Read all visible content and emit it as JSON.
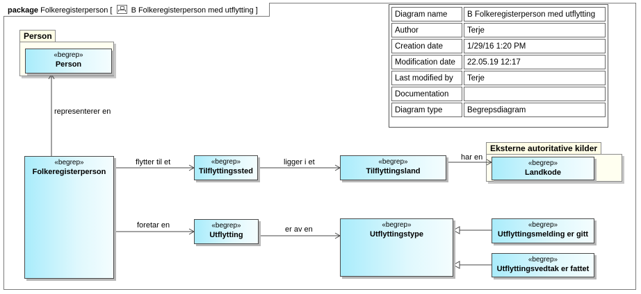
{
  "frame": {
    "kind": "package",
    "package_name": "Folkeregisterperson",
    "bracket_open": "[",
    "diagram_name": "B Folkeregisterperson med utflytting",
    "bracket_close": "]"
  },
  "packages": [
    {
      "id": "person-pkg",
      "title": "Person"
    },
    {
      "id": "eksterne-pkg",
      "title": "Eksterne autoritative kilder"
    }
  ],
  "classes": [
    {
      "id": "person",
      "stereotype": "«begrep»",
      "name": "Person"
    },
    {
      "id": "folkeregisterperson",
      "stereotype": "«begrep»",
      "name": "Folkeregisterperson"
    },
    {
      "id": "tilflyttingssted",
      "stereotype": "«begrep»",
      "name": "Tilflyttingssted"
    },
    {
      "id": "tilflyttingsland",
      "stereotype": "«begrep»",
      "name": "Tilflyttingsland"
    },
    {
      "id": "landkode",
      "stereotype": "«begrep»",
      "name": "Landkode"
    },
    {
      "id": "utflytting",
      "stereotype": "«begrep»",
      "name": "Utflytting"
    },
    {
      "id": "utflyttingstype",
      "stereotype": "«begrep»",
      "name": "Utflyttingstype"
    },
    {
      "id": "utflyttingsmelding",
      "stereotype": "«begrep»",
      "name": "Utflyttingsmelding er gitt"
    },
    {
      "id": "utflyttingsvedtak",
      "stereotype": "«begrep»",
      "name": "Utflyttingsvedtak er fattet"
    }
  ],
  "relations": [
    {
      "id": "rel-representerer",
      "label": "representerer en",
      "kind": "association"
    },
    {
      "id": "rel-flytter",
      "label": "flytter til et",
      "kind": "association"
    },
    {
      "id": "rel-ligger",
      "label": "ligger i et",
      "kind": "association"
    },
    {
      "id": "rel-har",
      "label": "har en",
      "kind": "association"
    },
    {
      "id": "rel-foretar",
      "label": "foretar en",
      "kind": "association"
    },
    {
      "id": "rel-eraven",
      "label": "er av en",
      "kind": "association"
    },
    {
      "id": "gen-melding",
      "label": "",
      "kind": "generalization"
    },
    {
      "id": "gen-vedtak",
      "label": "",
      "kind": "generalization"
    }
  ],
  "diagram_info": [
    {
      "key": "Diagram name",
      "value": "B Folkeregisterperson med utflytting"
    },
    {
      "key": "Author",
      "value": "Terje"
    },
    {
      "key": "Creation date",
      "value": "1/29/16 1:20 PM"
    },
    {
      "key": "Modification date",
      "value": "22.05.19 12:17"
    },
    {
      "key": "Last modified by",
      "value": "Terje"
    },
    {
      "key": "Documentation",
      "value": ""
    },
    {
      "key": "Diagram type",
      "value": "Begrepsdiagram"
    }
  ]
}
